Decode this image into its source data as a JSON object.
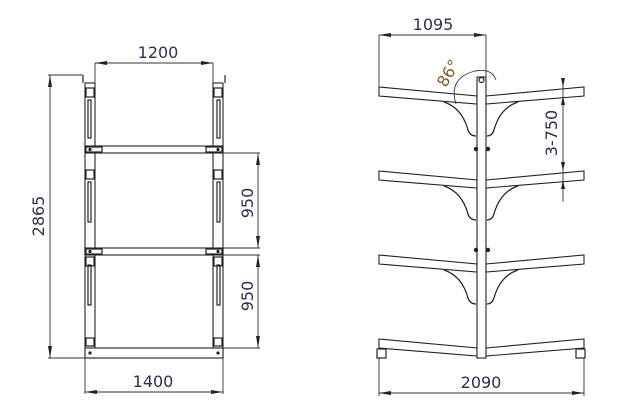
{
  "front_view": {
    "top_width": "1200",
    "total_height": "2865",
    "upper_bay_height": "950",
    "lower_bay_height": "950",
    "base_width": "1400"
  },
  "side_view": {
    "arm_length": "1095",
    "arm_angle": "86°",
    "shelf_spacing": "3-750",
    "base_width": "2090"
  }
}
